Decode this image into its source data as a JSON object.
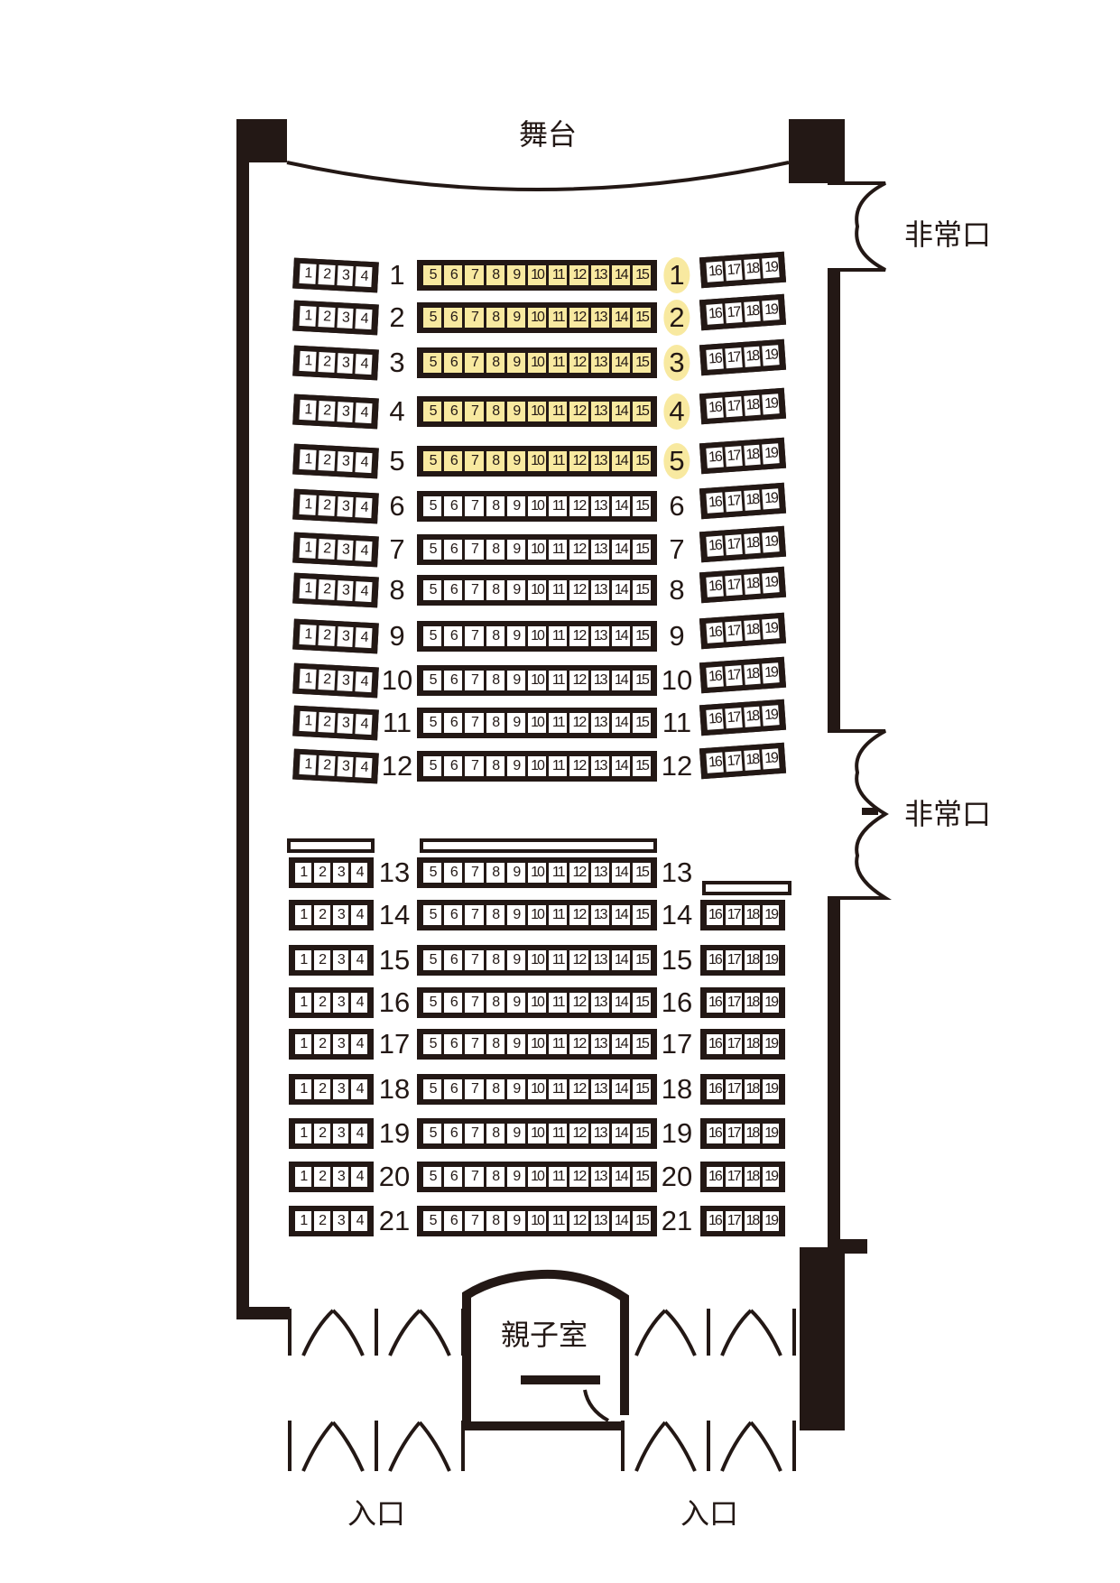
{
  "labels": {
    "stage": "舞台",
    "emergency_exit_top": "非常口",
    "emergency_exit_middle": "非常口",
    "family_room": "親子室",
    "entrance_left": "入口",
    "entrance_right": "入口"
  },
  "colors": {
    "highlight": "#f8e9a0",
    "line": "#231815"
  },
  "sections": {
    "left": [
      "1",
      "2",
      "3",
      "4"
    ],
    "center": [
      "5",
      "6",
      "7",
      "8",
      "9",
      "10",
      "11",
      "12",
      "13",
      "14",
      "15"
    ],
    "right": [
      "16",
      "17",
      "18",
      "19"
    ]
  },
  "rows": [
    {
      "no": "1",
      "highlight": true,
      "right_block": true
    },
    {
      "no": "2",
      "highlight": true,
      "right_block": true
    },
    {
      "no": "3",
      "highlight": true,
      "right_block": true
    },
    {
      "no": "4",
      "highlight": true,
      "right_block": true
    },
    {
      "no": "5",
      "highlight": true,
      "right_block": true
    },
    {
      "no": "6",
      "highlight": false,
      "right_block": true
    },
    {
      "no": "7",
      "highlight": false,
      "right_block": true
    },
    {
      "no": "8",
      "highlight": false,
      "right_block": true
    },
    {
      "no": "9",
      "highlight": false,
      "right_block": true
    },
    {
      "no": "10",
      "highlight": false,
      "right_block": true
    },
    {
      "no": "11",
      "highlight": false,
      "right_block": true
    },
    {
      "no": "12",
      "highlight": false,
      "right_block": true
    },
    {
      "no": "13",
      "highlight": false,
      "right_block": false
    },
    {
      "no": "14",
      "highlight": false,
      "right_block": true
    },
    {
      "no": "15",
      "highlight": false,
      "right_block": true
    },
    {
      "no": "16",
      "highlight": false,
      "right_block": true
    },
    {
      "no": "17",
      "highlight": false,
      "right_block": true
    },
    {
      "no": "18",
      "highlight": false,
      "right_block": true
    },
    {
      "no": "19",
      "highlight": false,
      "right_block": true
    },
    {
      "no": "20",
      "highlight": false,
      "right_block": true
    },
    {
      "no": "21",
      "highlight": false,
      "right_block": true
    }
  ]
}
